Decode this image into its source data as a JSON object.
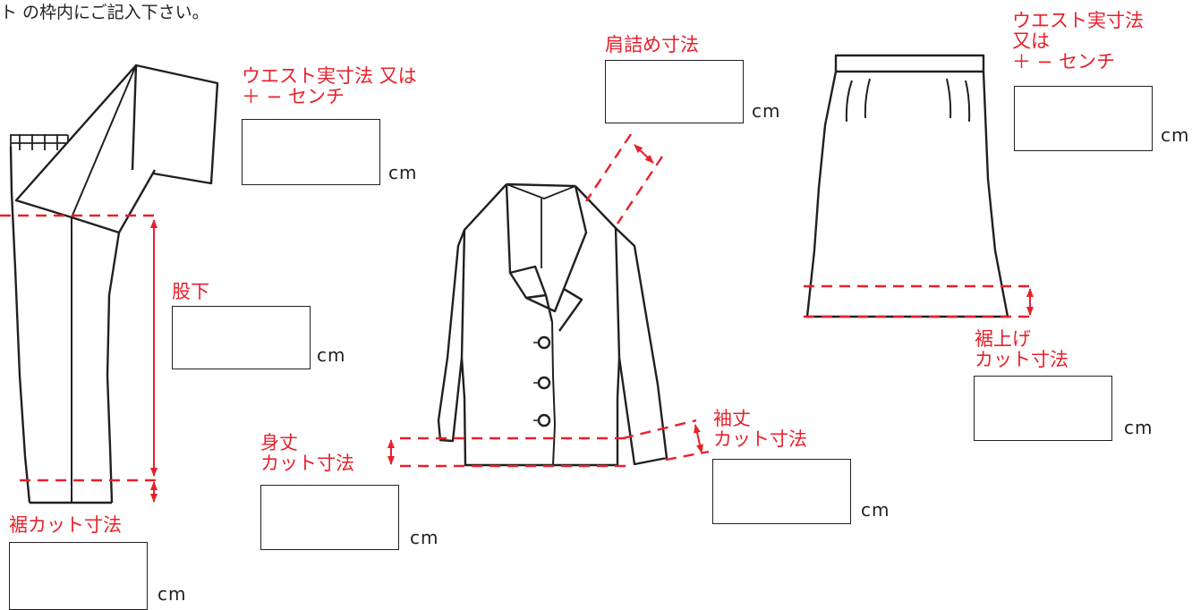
{
  "instruction": "ト の枠内にご記入下さい。",
  "unit": "cm",
  "colors": {
    "outline": "#231f20",
    "measure": "#e8202b"
  },
  "pants": {
    "waist_label": [
      "ウエスト実寸法 又は",
      "＋ −  センチ"
    ],
    "inseam_label": "股下",
    "hem_cut_label": "裾カット寸法"
  },
  "jacket": {
    "shoulder_label": "肩詰め寸法",
    "body_length_label": [
      "身丈",
      "カット寸法"
    ],
    "sleeve_label": [
      "袖丈",
      "カット寸法"
    ]
  },
  "skirt": {
    "waist_label": [
      "ウエスト実寸法",
      "又は",
      "＋ −  センチ"
    ],
    "hem_label": [
      "裾上げ",
      "カット寸法"
    ]
  }
}
